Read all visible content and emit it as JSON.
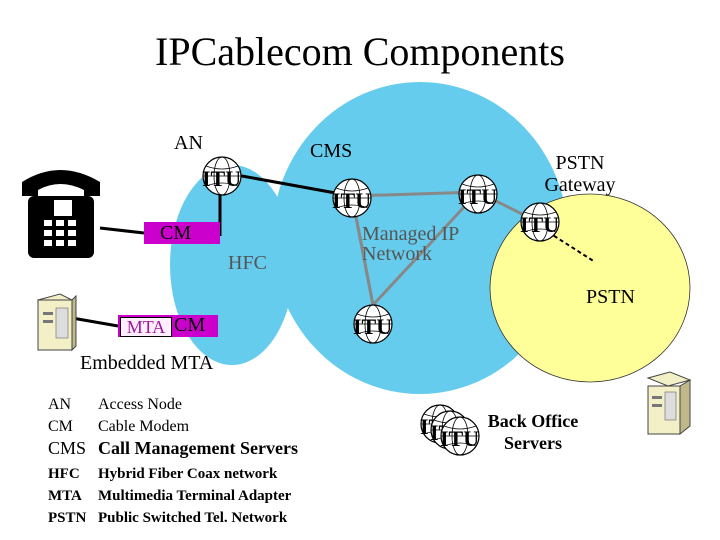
{
  "title": "IPCablecom Components",
  "labels": {
    "an": "AN",
    "cms": "CMS",
    "pstn_gateway": "PSTN Gateway",
    "cm_top": "CM",
    "hfc": "HFC",
    "managed_ip": "Managed IP Network",
    "pstn": "PSTN",
    "mta": "MTA",
    "cm_bottom": "CM",
    "embedded_mta": "Embedded MTA",
    "back_office": "Back Office Servers",
    "itu": "ITU"
  },
  "legend": [
    {
      "abbr": "AN",
      "text": "Access Node"
    },
    {
      "abbr": "CM",
      "text": "Cable Modem"
    },
    {
      "abbr": "CMS",
      "text": "Call Management Servers"
    },
    {
      "abbr": "HFC",
      "text": "Hybrid Fiber Coax network"
    },
    {
      "abbr": "MTA",
      "text": "Multimedia Terminal Adapter"
    },
    {
      "abbr": "PSTN",
      "text": "Public Switched Tel. Network"
    }
  ],
  "colors": {
    "hfc_cloud": "#66ccee",
    "ip_cloud": "#66ccee",
    "pstn_cloud": "#ffff99",
    "cm_box": "#cc00cc",
    "link_gray": "#888888"
  }
}
